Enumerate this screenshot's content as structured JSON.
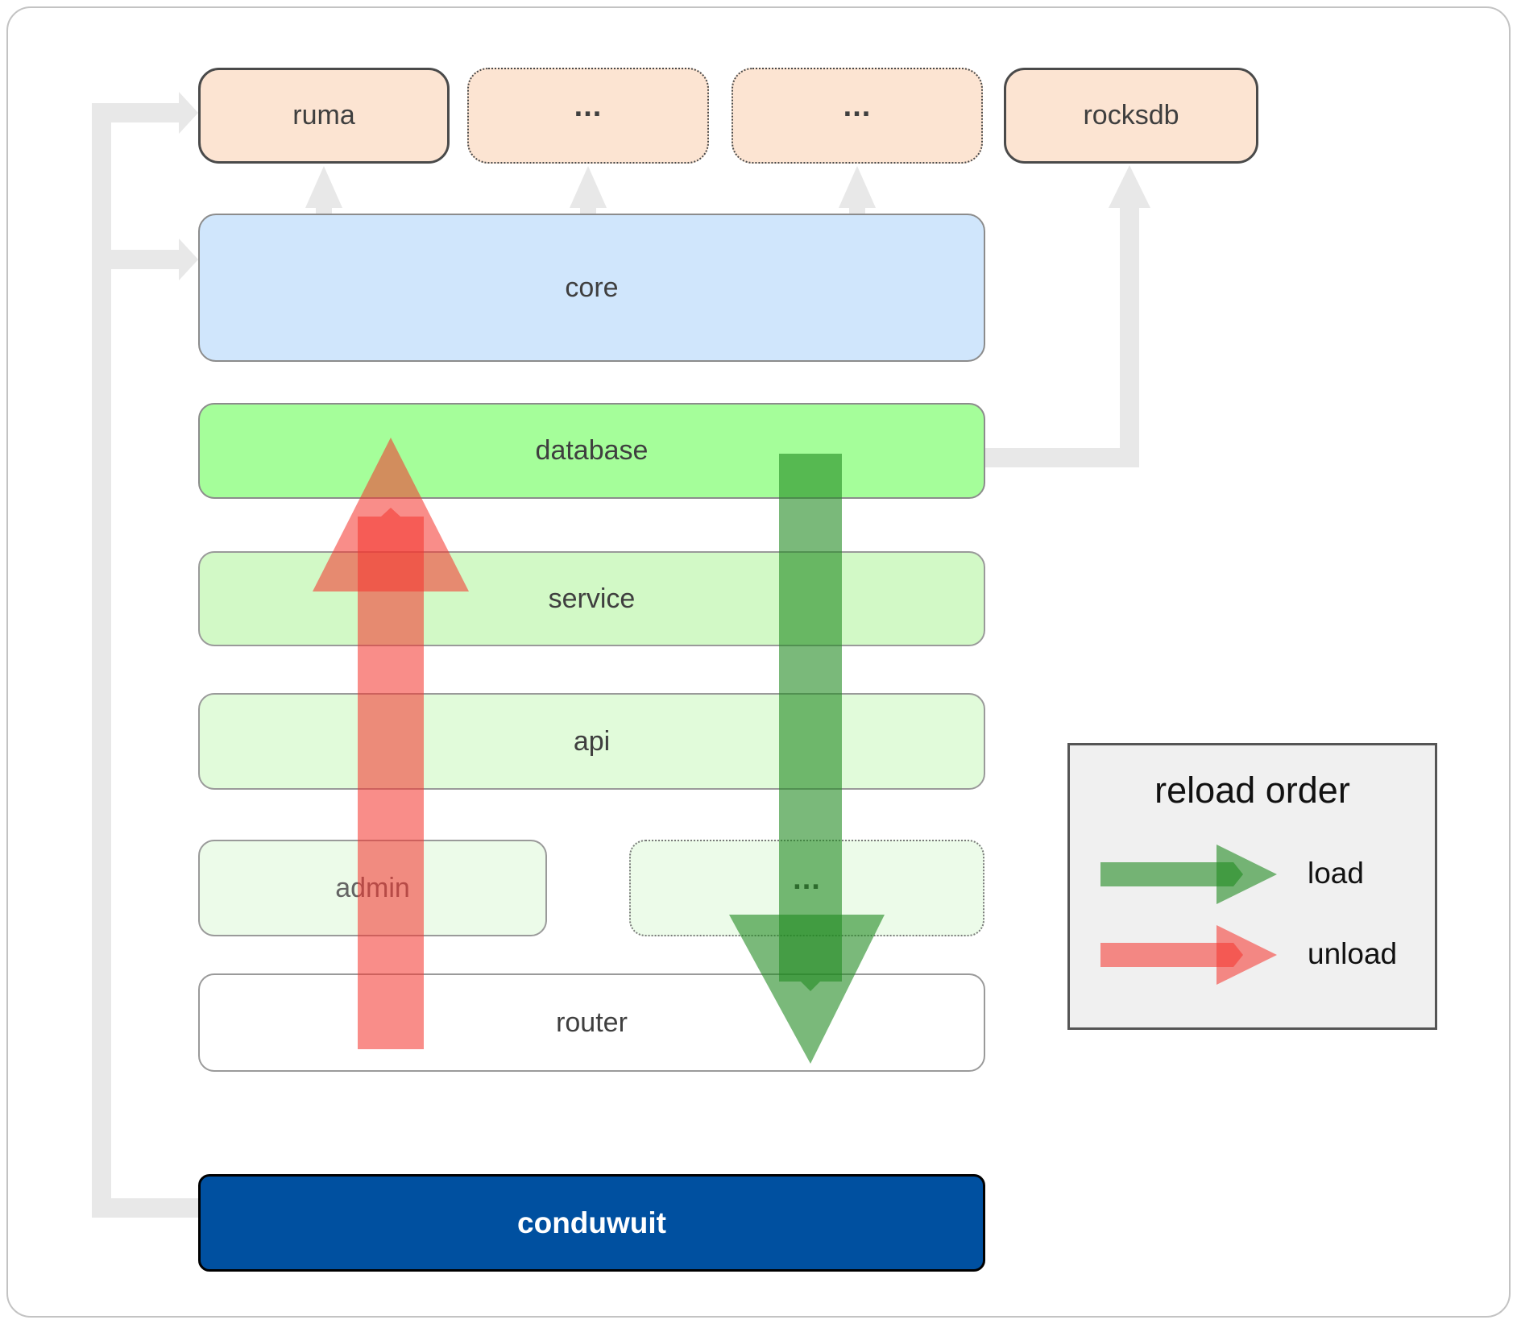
{
  "boxes": {
    "ruma": "ruma",
    "dots1": "...",
    "dots2": "...",
    "rocksdb": "rocksdb",
    "core": "core",
    "database": "database",
    "service": "service",
    "api": "api",
    "admin": "admin",
    "admin_dots": "...",
    "router": "router",
    "conduwuit": "conduwuit"
  },
  "legend": {
    "title": "reload order",
    "load_label": "load",
    "unload_label": "unload"
  },
  "colors": {
    "load_arrow": "#228b22",
    "unload_arrow": "#f43630",
    "connector": "#e8e8e8",
    "module_bg": "#fce4d2",
    "core_bg": "#d0e6fc",
    "database_bg": "#a5fe9a",
    "service_bg": "#d2f9c6",
    "api_bg": "#e1fbda",
    "admin_bg": "#ecfbe9",
    "router_bg": "#ffffff",
    "conduwuit_bg": "#0050a0"
  }
}
